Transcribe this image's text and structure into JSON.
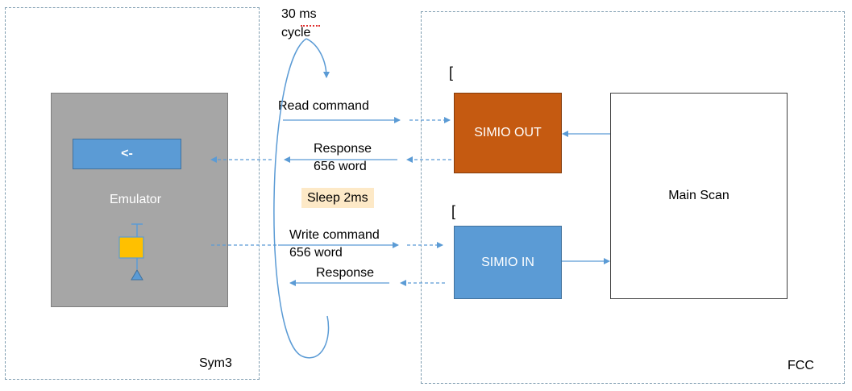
{
  "cycle": {
    "line1": "30 ms",
    "line2": "cycle"
  },
  "sym3": {
    "label": "Sym3"
  },
  "fcc": {
    "label": "FCC"
  },
  "emulator": {
    "label": "Emulator",
    "arrow_button_label": "<-"
  },
  "messages": {
    "read_command": "Read command",
    "response1_line1": "Response",
    "response1_line2": "656 word",
    "sleep": "Sleep 2ms",
    "write_command_line1": "Write command",
    "write_command_line2": "656 word",
    "response2": "Response"
  },
  "blocks": {
    "simio_out": "SIMIO OUT",
    "simio_in": "SIMIO IN",
    "main_scan": "Main Scan",
    "bracket_mark": "["
  },
  "colors": {
    "emulator_bg": "#a6a6a6",
    "simio_out": "#c55a11",
    "simio_in": "#5b9bd5",
    "sleep_bg": "#fde9c7",
    "valve_yellow": "#ffc000",
    "arrow_blue": "#5b9bd5"
  }
}
